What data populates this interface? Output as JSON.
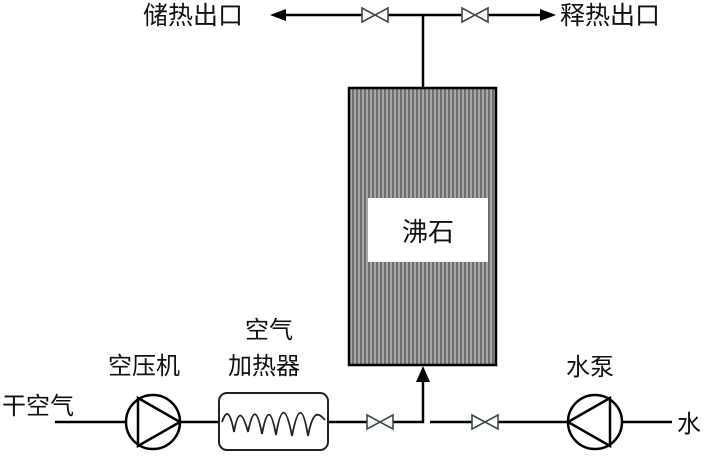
{
  "diagram": {
    "title": "",
    "outlets": {
      "storage_outlet": "储热出口",
      "release_outlet": "释热出口"
    },
    "vessel_label": "沸石",
    "components": {
      "compressor": "空压机",
      "heater_line1": "空气",
      "heater_line2": "加热器",
      "water_pump": "水泵"
    },
    "inputs": {
      "dry_air": "干空气",
      "water": "水"
    },
    "colors": {
      "line": "#000000",
      "vessel_fill": "#8c8c8c",
      "valve": "#3c4a4c"
    }
  }
}
